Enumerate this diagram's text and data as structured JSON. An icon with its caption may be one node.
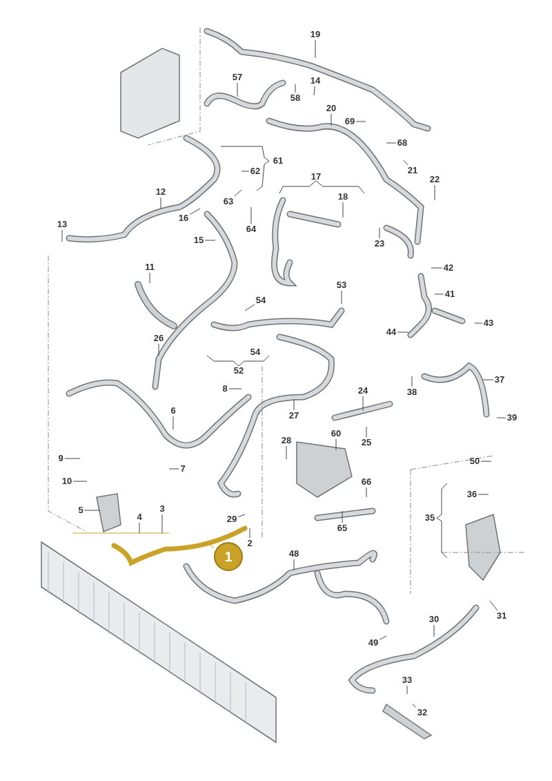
{
  "diagram": {
    "nodes": [
      {
        "text": [
          "19"
        ]
      },
      {
        "text": [
          "57"
        ]
      },
      {
        "text": [
          "58"
        ]
      },
      {
        "text": [
          "14"
        ]
      },
      {
        "text": [
          "20"
        ]
      },
      {
        "text": [
          "69"
        ]
      },
      {
        "text": [
          "68"
        ]
      },
      {
        "text": [
          "21"
        ]
      },
      {
        "text": [
          "22"
        ]
      },
      {
        "text": [
          "62"
        ]
      },
      {
        "text": [
          "63"
        ]
      },
      {
        "text": [
          "64"
        ]
      },
      {
        "text": [
          "12"
        ]
      },
      {
        "text": [
          "13"
        ]
      },
      {
        "text": [
          "16"
        ]
      },
      {
        "text": [
          "18"
        ]
      },
      {
        "text": [
          "23"
        ]
      },
      {
        "text": [
          "15"
        ]
      },
      {
        "text": [
          "42"
        ]
      },
      {
        "text": [
          "41"
        ]
      },
      {
        "text": [
          "43"
        ]
      },
      {
        "text": [
          "44"
        ]
      },
      {
        "text": [
          "11"
        ]
      },
      {
        "text": [
          "54"
        ]
      },
      {
        "text": [
          "53"
        ]
      },
      {
        "text": [
          "26"
        ]
      },
      {
        "text": [
          "8"
        ]
      },
      {
        "text": [
          "6"
        ]
      },
      {
        "text": [
          "27"
        ]
      },
      {
        "text": [
          "24"
        ]
      },
      {
        "text": [
          "25"
        ]
      },
      {
        "text": [
          "37"
        ]
      },
      {
        "text": [
          "38"
        ]
      },
      {
        "text": [
          "39"
        ]
      },
      {
        "text": [
          "9"
        ]
      },
      {
        "text": [
          "28"
        ]
      },
      {
        "text": [
          "60"
        ]
      },
      {
        "text": [
          "50"
        ]
      },
      {
        "text": [
          "7"
        ]
      },
      {
        "text": [
          "10"
        ]
      },
      {
        "text": [
          "36"
        ]
      },
      {
        "text": [
          "66"
        ]
      },
      {
        "text": [
          "5"
        ]
      },
      {
        "text": [
          "4"
        ]
      },
      {
        "text": [
          "3"
        ]
      },
      {
        "text": [
          "29"
        ]
      },
      {
        "text": [
          "2"
        ]
      },
      {
        "text": [
          "65"
        ]
      },
      {
        "text": [
          "1"
        ]
      },
      {
        "text": [
          "48"
        ]
      },
      {
        "text": [
          "31"
        ]
      },
      {
        "text": [
          "30"
        ]
      },
      {
        "text": [
          "49"
        ]
      },
      {
        "text": [
          "33"
        ]
      },
      {
        "text": [
          "32"
        ]
      }
    ],
    "edges": [
      {
        "from": 0,
        "to": null,
        "arrow": "none"
      },
      {
        "from": 1,
        "to": null,
        "arrow": "none"
      },
      {
        "from": 2,
        "to": null,
        "arrow": "none"
      },
      {
        "from": 3,
        "to": null,
        "arrow": "none"
      },
      {
        "from": 4,
        "to": null,
        "arrow": "none"
      },
      {
        "from": 5,
        "to": null,
        "arrow": "none"
      },
      {
        "from": 6,
        "to": null,
        "arrow": "none"
      },
      {
        "from": 7,
        "to": null,
        "arrow": "none"
      },
      {
        "from": 8,
        "to": null,
        "arrow": "none"
      },
      {
        "from": 9,
        "to": null,
        "arrow": "none"
      },
      {
        "from": 10,
        "to": null,
        "arrow": "none"
      },
      {
        "from": 11,
        "to": null,
        "arrow": "none"
      },
      {
        "from": 12,
        "to": null,
        "arrow": "none"
      },
      {
        "from": 13,
        "to": null,
        "arrow": "none"
      },
      {
        "from": 14,
        "to": null,
        "arrow": "none"
      },
      {
        "from": 15,
        "to": null,
        "arrow": "none"
      },
      {
        "from": 16,
        "to": null,
        "arrow": "none"
      },
      {
        "from": 17,
        "to": null,
        "arrow": "none"
      },
      {
        "from": 18,
        "to": null,
        "arrow": "none"
      },
      {
        "from": 19,
        "to": null,
        "arrow": "none"
      },
      {
        "from": 20,
        "to": null,
        "arrow": "none"
      },
      {
        "from": 21,
        "to": null,
        "arrow": "none"
      },
      {
        "from": 22,
        "to": null,
        "arrow": "none"
      },
      {
        "from": 23,
        "to": null,
        "arrow": "none"
      },
      {
        "from": 24,
        "to": null,
        "arrow": "none"
      },
      {
        "from": 25,
        "to": null,
        "arrow": "none"
      },
      {
        "from": 26,
        "to": null,
        "arrow": "none"
      },
      {
        "from": 27,
        "to": null,
        "arrow": "none"
      },
      {
        "from": 28,
        "to": null,
        "arrow": "none"
      },
      {
        "from": 29,
        "to": null,
        "arrow": "none"
      },
      {
        "from": 30,
        "to": null,
        "arrow": "none"
      },
      {
        "from": 31,
        "to": null,
        "arrow": "none"
      },
      {
        "from": 32,
        "to": null,
        "arrow": "none"
      },
      {
        "from": 33,
        "to": null,
        "arrow": "none"
      },
      {
        "from": 34,
        "to": null,
        "arrow": "none"
      },
      {
        "from": 35,
        "to": null,
        "arrow": "none"
      },
      {
        "from": 36,
        "to": null,
        "arrow": "none"
      },
      {
        "from": 37,
        "to": null,
        "arrow": "none"
      },
      {
        "from": 38,
        "to": null,
        "arrow": "none"
      },
      {
        "from": 39,
        "to": null,
        "arrow": "none"
      },
      {
        "from": 40,
        "to": null,
        "arrow": "none"
      },
      {
        "from": 41,
        "to": null,
        "arrow": "none"
      },
      {
        "from": 42,
        "to": null,
        "arrow": "none"
      },
      {
        "from": 43,
        "to": null,
        "arrow": "none"
      },
      {
        "from": 44,
        "to": null,
        "arrow": "none"
      },
      {
        "from": 45,
        "to": null,
        "arrow": "none"
      },
      {
        "from": 46,
        "to": null,
        "arrow": "none"
      },
      {
        "from": 47,
        "to": null,
        "arrow": "none"
      },
      {
        "from": 48,
        "to": null,
        "arrow": "none",
        "color": "#c9a227"
      },
      {
        "from": 49,
        "to": null,
        "arrow": "none"
      },
      {
        "from": 50,
        "to": null,
        "arrow": "none"
      },
      {
        "from": 51,
        "to": null,
        "arrow": "none"
      },
      {
        "from": 52,
        "to": null,
        "arrow": "none"
      },
      {
        "from": 53,
        "to": null,
        "arrow": "none"
      },
      {
        "from": 54,
        "to": null,
        "arrow": "none"
      }
    ],
    "labels": [
      "61",
      "17",
      "54",
      "52",
      "35"
    ]
  }
}
